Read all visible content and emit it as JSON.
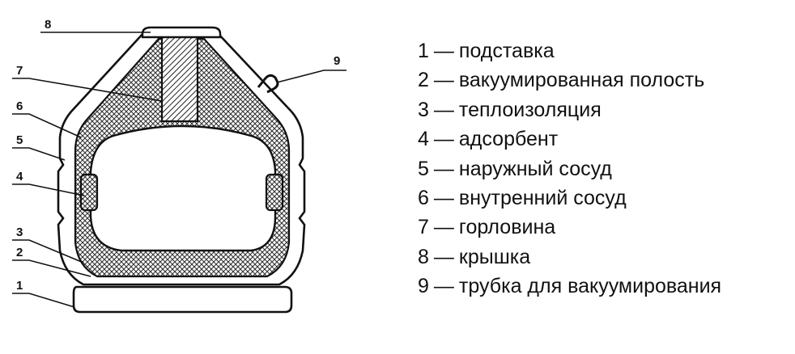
{
  "callouts": [
    "8",
    "7",
    "6",
    "5",
    "4",
    "3",
    "2",
    "1",
    "9"
  ],
  "legend": [
    {
      "num": "1",
      "dash": "—",
      "text": "подставка"
    },
    {
      "num": "2",
      "dash": "—",
      "text": "вакуумированная полость"
    },
    {
      "num": "3",
      "dash": "—",
      "text": "теплоизоляция"
    },
    {
      "num": "4",
      "dash": "—",
      "text": "адсорбент"
    },
    {
      "num": "5",
      "dash": "—",
      "text": "наружный сосуд"
    },
    {
      "num": "6",
      "dash": "—",
      "text": "внутренний сосуд"
    },
    {
      "num": "7",
      "dash": "—",
      "text": "горловина"
    },
    {
      "num": "8",
      "dash": "—",
      "text": "крышка"
    },
    {
      "num": "9",
      "dash": "—",
      "text": "трубка для вакуумирования"
    }
  ]
}
